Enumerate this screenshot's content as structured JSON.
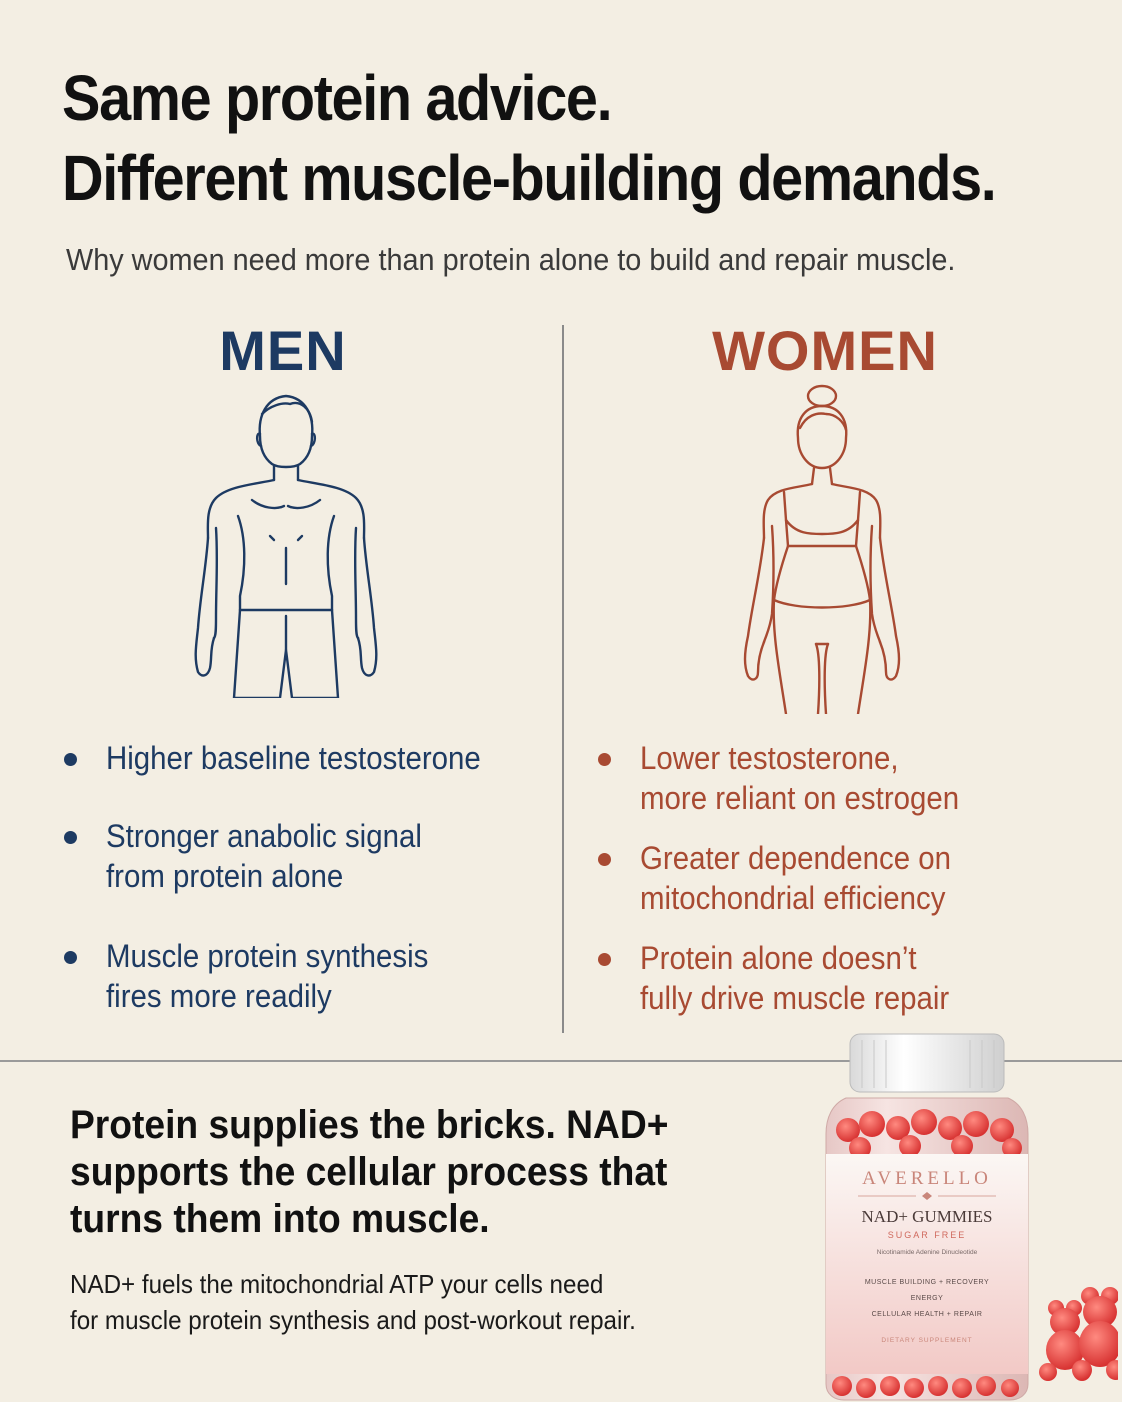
{
  "headline": {
    "line1": "Same protein advice.",
    "line2": "Different muscle-building demands."
  },
  "subhead": "Why women need more than protein alone to build and repair muscle.",
  "men": {
    "title": "MEN",
    "color": "#1d3a62",
    "icon": "male-body-outline-icon",
    "bullets": [
      {
        "line1": "Higher baseline testosterone",
        "line2": ""
      },
      {
        "line1": "Stronger anabolic signal",
        "line2": "from protein alone"
      },
      {
        "line1": "Muscle protein synthesis",
        "line2": "fires more readily"
      }
    ]
  },
  "women": {
    "title": "WOMEN",
    "color": "#a84a32",
    "icon": "female-body-outline-icon",
    "bullets": [
      {
        "line1": "Lower testosterone,",
        "line2": "more reliant on estrogen"
      },
      {
        "line1": "Greater dependence on",
        "line2": "mitochondrial efficiency"
      },
      {
        "line1": "Protein alone doesn’t",
        "line2": "fully drive muscle repair"
      }
    ]
  },
  "bottom": {
    "headline": {
      "line1": "Protein supplies the bricks. NAD+",
      "line2": "supports the cellular process that",
      "line3": "turns them into muscle."
    },
    "body": {
      "line1": "NAD+ fuels the mitochondrial ATP your cells need",
      "line2": "for muscle protein synthesis and post-workout repair."
    }
  },
  "product": {
    "brand": "AVERELLO",
    "name": "NAD+ GUMMIES",
    "tag": "SUGAR FREE",
    "ingredient": "Nicotinamide Adenine Dinucleotide",
    "benefit1": "MUSCLE BUILDING + RECOVERY",
    "benefit2": "ENERGY",
    "benefit3": "CELLULAR HEALTH + REPAIR",
    "footer": "DIETARY SUPPLEMENT",
    "icon": "gummy-bear-icon"
  }
}
